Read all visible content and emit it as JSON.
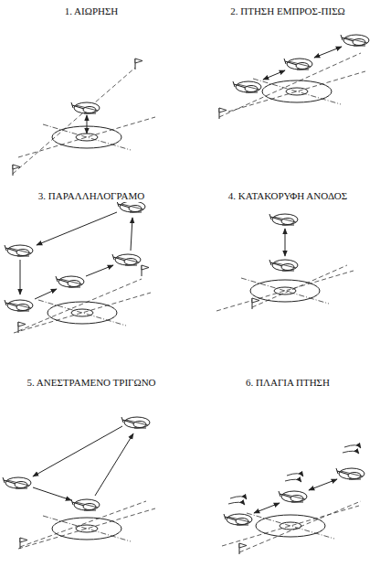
{
  "diagram": {
    "labels": [
      "1. ΑΙΩΡΗΣΗ",
      "2. ΠΤΗΣΗ ΕΜΠΡΟΣ-ΠΙΣΩ",
      "3. ΠΑΡΑΛΛΗΛΟΓΡΑΜΟ",
      "4. ΚΑΤΑΚΟΡΥΦΗ ΑΝΟΔΟΣ",
      "5. ΑΝΕΣΤΡΑΜΕΝΟ ΤΡΙΓΩΝΟ",
      "6. ΠΛΑΓΙΑ ΠΤΗΣΗ"
    ]
  }
}
